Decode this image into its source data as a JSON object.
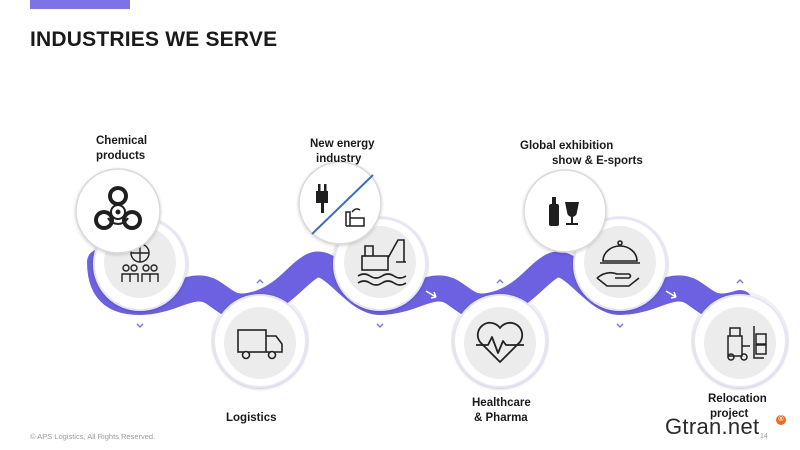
{
  "header": {
    "title": "INDUSTRIES WE SERVE"
  },
  "industries": [
    {
      "label_lines": [
        "Chemical",
        "products"
      ],
      "icons": [
        "biohazard-icon",
        "globe-people-icon"
      ]
    },
    {
      "label_lines": [
        "Logistics"
      ],
      "icons": [
        "truck-icon"
      ]
    },
    {
      "label_lines": [
        "New energy",
        "industry"
      ],
      "icons": [
        "plug-icon",
        "factory-icon",
        "oil-rig-icon"
      ]
    },
    {
      "label_lines": [
        "Healthcare",
        "& Pharma"
      ],
      "icons": [
        "heartbeat-icon"
      ]
    },
    {
      "label_lines": [
        "Global exhibition",
        "show & E-sports"
      ],
      "icons": [
        "bottle-wine-glass-icon",
        "serving-tray-icon"
      ]
    },
    {
      "label_lines": [
        "Relocation",
        "project"
      ],
      "icons": [
        "forklift-icon"
      ]
    }
  ],
  "colors": {
    "accent": "#7c73e6",
    "band": "#6c61e0",
    "circle": "#ececec",
    "icon": "#222222"
  },
  "footer": {
    "copyright": "© APS Logistics, All Rights Reserved.",
    "page": "14"
  },
  "brand": {
    "name": "Gtran.net",
    "mark": "®"
  }
}
